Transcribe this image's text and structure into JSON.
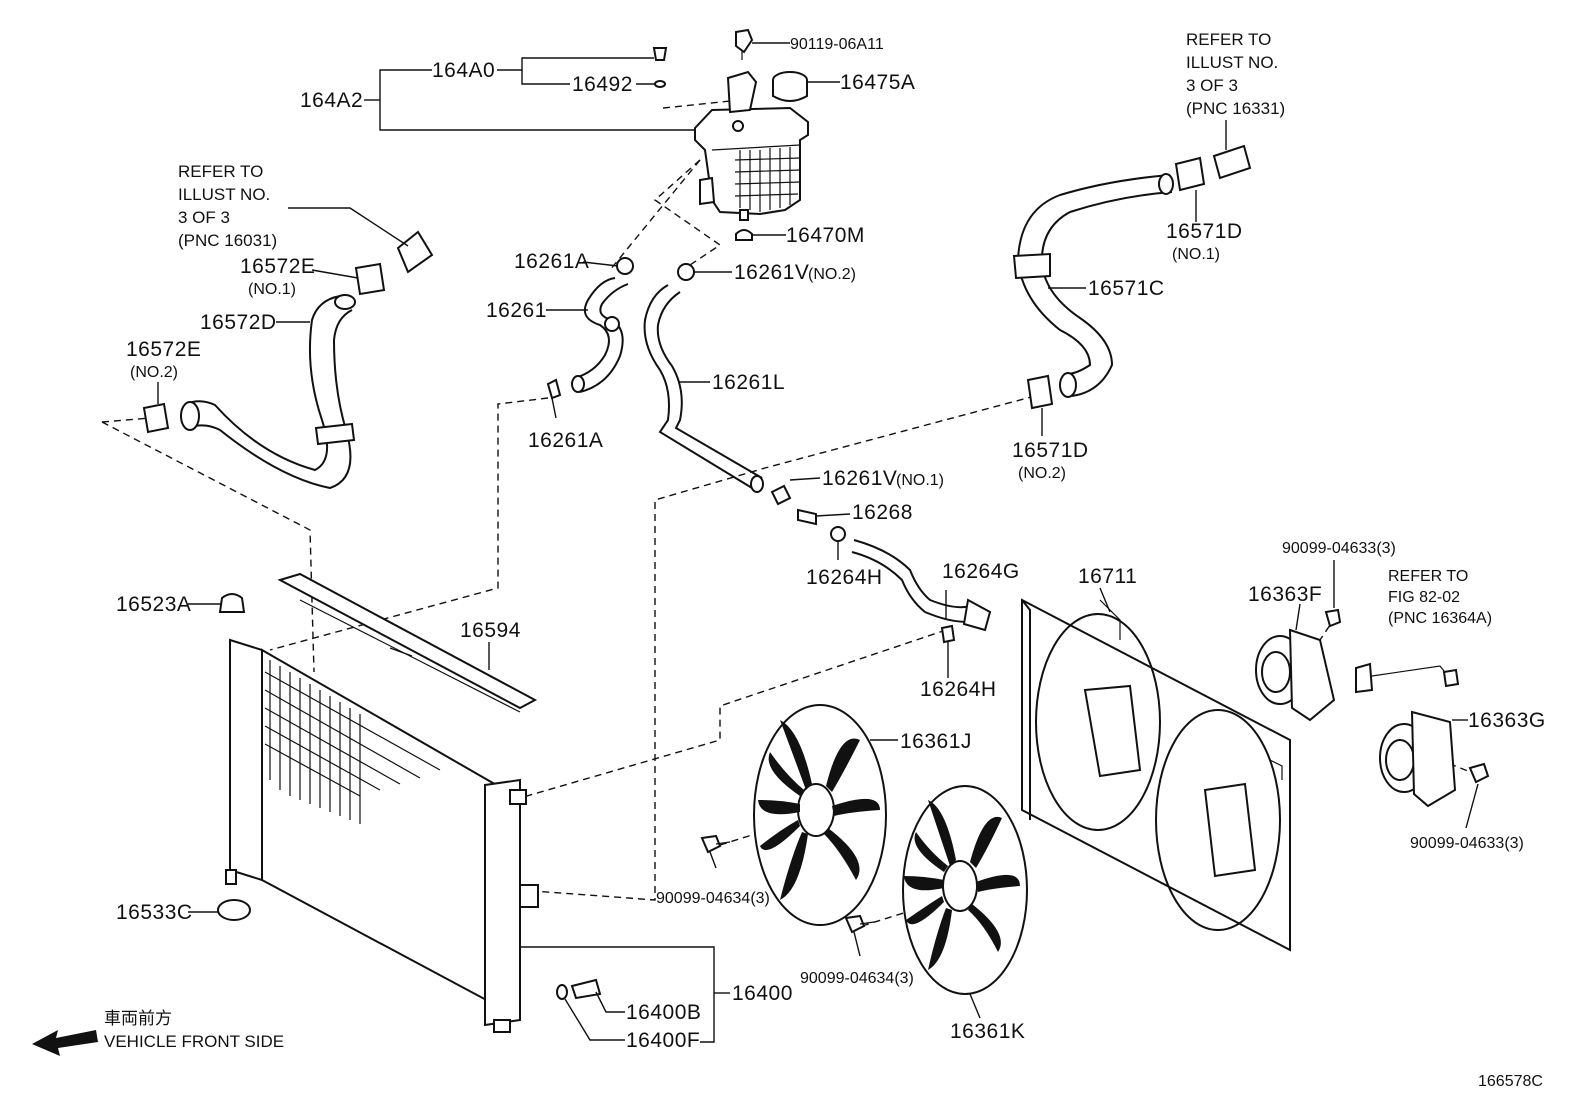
{
  "labels": {
    "p164A0": "164A0",
    "p164A2": "164A2",
    "p16492": "16492",
    "p90119": "90119-06A11",
    "p16475A": "16475A",
    "p16470M": "16470M",
    "p16261A_top": "16261A",
    "p16261V_top": "16261V",
    "p16261V_top_note": "(NO.2)",
    "p16261": "16261",
    "p16261L": "16261L",
    "p16261A_bot": "16261A",
    "p16261V_bot": "16261V",
    "p16261V_bot_note": "(NO.1)",
    "p16268": "16268",
    "p16264H_top": "16264H",
    "p16264G": "16264G",
    "p16264H_bot": "16264H",
    "p16572E_top": "16572E",
    "p16572E_top_note": "(NO.1)",
    "p16572D": "16572D",
    "p16572E_bot": "16572E",
    "p16572E_bot_note": "(NO.2)",
    "p16571D_top": "16571D",
    "p16571D_top_note": "(NO.1)",
    "p16571C": "16571C",
    "p16571D_bot": "16571D",
    "p16571D_bot_note": "(NO.2)",
    "p16523A": "16523A",
    "p16594": "16594",
    "p16533C": "16533C",
    "p16400": "16400",
    "p16400B": "16400B",
    "p16400F": "16400F",
    "p16361J": "16361J",
    "p16361K": "16361K",
    "p16711": "16711",
    "p16363F": "16363F",
    "p16363G": "16363G",
    "p90099_04633_top": "90099-04633(3)",
    "p90099_04633_bot": "90099-04633(3)",
    "p90099_04634_left": "90099-04634(3)",
    "p90099_04634_right": "90099-04634(3)"
  },
  "refer_notes": {
    "left": [
      "REFER TO",
      "ILLUST NO.",
      "3 OF 3",
      "(PNC 16031)"
    ],
    "top_right": [
      "REFER TO",
      "ILLUST NO.",
      "3 OF 3",
      "(PNC 16331)"
    ],
    "fig": [
      "REFER TO",
      "FIG 82-02",
      "(PNC 16364A)"
    ]
  },
  "direction": {
    "jp": "車両前方",
    "en": "VEHICLE FRONT SIDE"
  },
  "figure_code": "166578C"
}
